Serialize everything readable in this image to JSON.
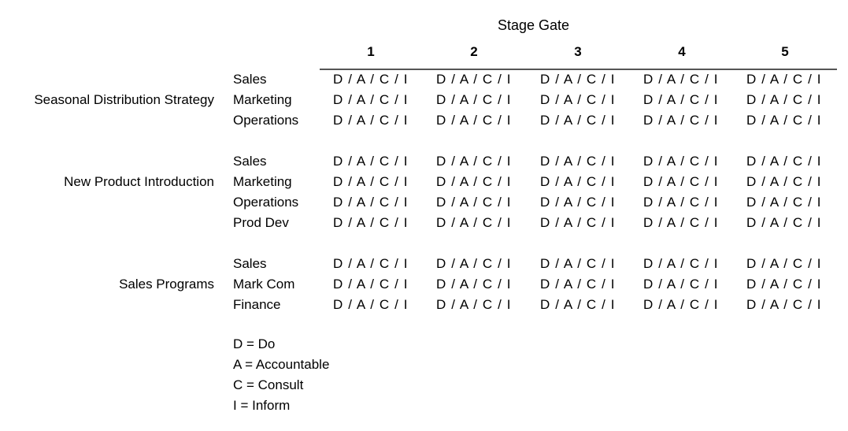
{
  "title": "Stage Gate",
  "gates": [
    "1",
    "2",
    "3",
    "4",
    "5"
  ],
  "cell_text": "D / A / C / I",
  "groups": [
    {
      "label": "Seasonal Distribution Strategy",
      "rows": [
        "Sales",
        "Marketing",
        "Operations"
      ]
    },
    {
      "label": "New Product Introduction",
      "rows": [
        "Sales",
        "Marketing",
        "Operations",
        "Prod Dev"
      ]
    },
    {
      "label": "Sales Programs",
      "rows": [
        "Sales",
        "Mark Com",
        "Finance"
      ]
    }
  ],
  "legend": [
    "D = Do",
    "A = Accountable",
    "C = Consult",
    "I = Inform"
  ]
}
